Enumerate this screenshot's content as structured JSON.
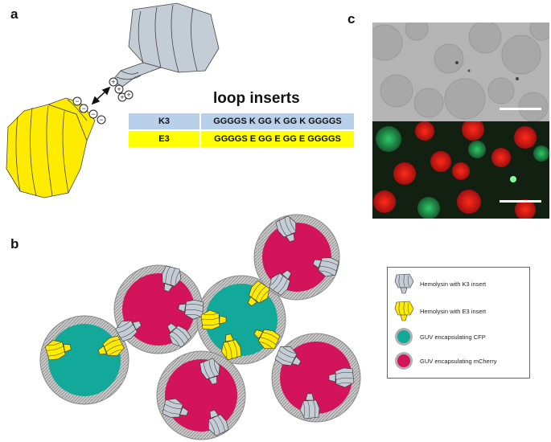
{
  "panels": {
    "a": "a",
    "b": "b",
    "c": "c"
  },
  "loop_inserts": {
    "title": "loop inserts",
    "rows": [
      {
        "name": "K3",
        "sequence": "GGGGS K GG K GG K GGGGS",
        "color": "#b8d0ea"
      },
      {
        "name": "E3",
        "sequence": "GGGGS E GG E GG E GGGGS",
        "color": "#ffff00"
      }
    ]
  },
  "charges": {
    "positive": "+",
    "negative": "−"
  },
  "legend": {
    "items": [
      {
        "label": "Hemolysin with K3 insert",
        "icon": "hemolysin-k3-icon"
      },
      {
        "label": "Hemolysin with E3 insert",
        "icon": "hemolysin-e3-icon"
      },
      {
        "label": "GUV encapsulating CFP",
        "icon": "guv-cfp-icon"
      },
      {
        "label": "GUV encapsulating mCherry",
        "icon": "guv-mcherry-icon"
      }
    ]
  },
  "colors": {
    "k3_protein": "#c4ccd6",
    "e3_protein": "#ffeb00",
    "cfp": "#12a89a",
    "mcherry": "#d4145a",
    "membrane": "#b0b0b0"
  }
}
